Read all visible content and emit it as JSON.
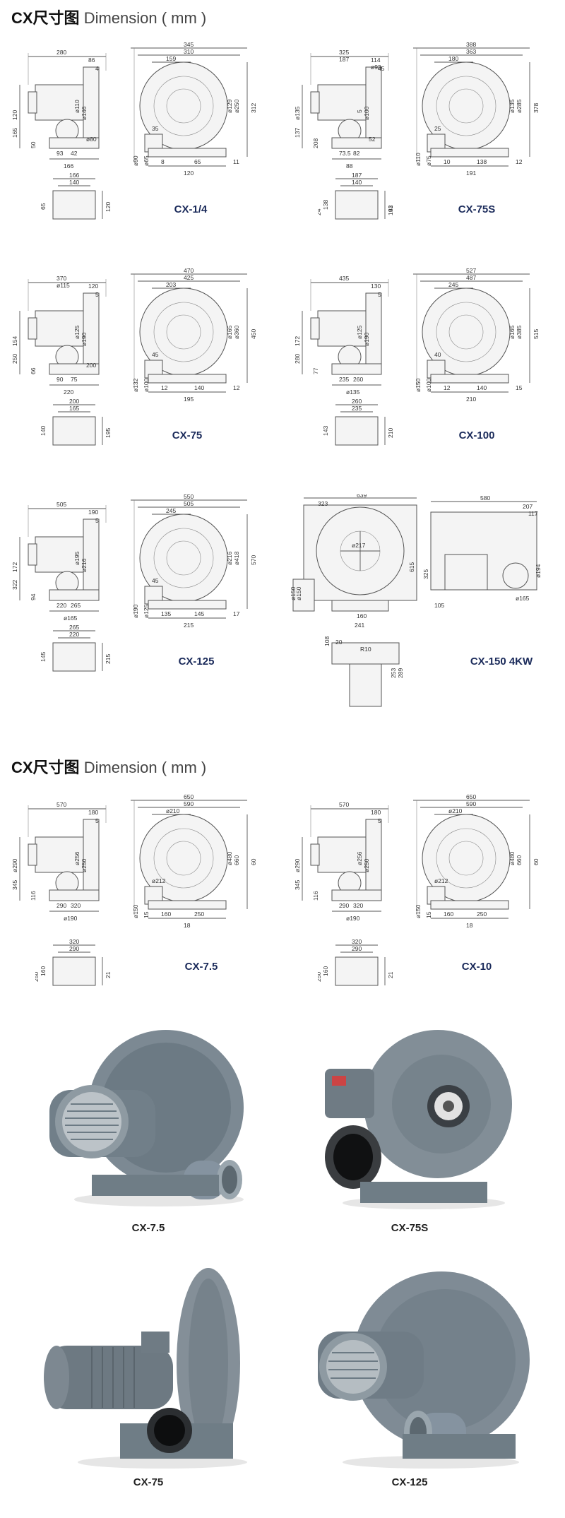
{
  "sections": [
    {
      "title_cn": "CX尺寸图",
      "title_en": "Dimension ( mm )"
    },
    {
      "title_cn": "CX尺寸图",
      "title_en": "Dimension ( mm )"
    }
  ],
  "drawings": [
    {
      "model": "CX-1/4",
      "front_dims": [
        "280",
        "86",
        "4",
        "ø110",
        "ø146",
        "120",
        "165",
        "50",
        "93",
        "42",
        "166",
        "ø80"
      ],
      "side_dims": [
        "345",
        "310",
        "159",
        "ø129",
        "ø250",
        "312",
        "35",
        "ø90",
        "ø65",
        "8",
        "65",
        "120",
        "11"
      ],
      "base_dims": [
        "166",
        "140",
        "65",
        "120"
      ]
    },
    {
      "model": "CX-75S",
      "front_dims": [
        "325",
        "114",
        "45",
        "5",
        "ø100",
        "ø135",
        "137",
        "208",
        "73.5",
        "82",
        "88",
        "52",
        "187",
        "ø93"
      ],
      "side_dims": [
        "388",
        "363",
        "180",
        "ø135",
        "ø285",
        "378",
        "25",
        "ø110",
        "ø75",
        "10",
        "138",
        "191",
        "12"
      ],
      "base_dims": [
        "187",
        "140",
        "138",
        "43",
        "24",
        "191"
      ]
    },
    {
      "model": "CX-75",
      "front_dims": [
        "370",
        "120",
        "5",
        "ø125",
        "ø190",
        "154",
        "250",
        "66",
        "90",
        "75",
        "220",
        "200",
        "ø115"
      ],
      "side_dims": [
        "470",
        "425",
        "203",
        "ø165",
        "ø360",
        "450",
        "45",
        "ø132",
        "ø100",
        "12",
        "140",
        "195",
        "12"
      ],
      "base_dims": [
        "200",
        "165",
        "140",
        "195"
      ]
    },
    {
      "model": "CX-100",
      "front_dims": [
        "435",
        "130",
        "5",
        "ø125",
        "ø190",
        "172",
        "280",
        "77",
        "235",
        "260",
        "ø135"
      ],
      "side_dims": [
        "527",
        "487",
        "245",
        "ø165",
        "ø385",
        "515",
        "40",
        "ø150",
        "ø100",
        "12",
        "140",
        "210",
        "15"
      ],
      "base_dims": [
        "260",
        "235",
        "143",
        "210"
      ]
    },
    {
      "model": "CX-125",
      "front_dims": [
        "505",
        "190",
        "5",
        "ø195",
        "ø216",
        "172",
        "322",
        "94",
        "220",
        "265",
        "ø165"
      ],
      "side_dims": [
        "550",
        "505",
        "245",
        "ø216",
        "ø418",
        "570",
        "45",
        "ø190",
        "ø125",
        "135",
        "145",
        "215",
        "17"
      ],
      "base_dims": [
        "265",
        "220",
        "145",
        "215"
      ]
    },
    {
      "model": "CX-150  4KW",
      "front_dims": [
        "639",
        "323",
        "ø217",
        "615",
        "ø150",
        "ø150",
        "160",
        "241",
        "108",
        "20",
        "R10",
        "253",
        "289"
      ],
      "side_dims": [
        "580",
        "207",
        "117",
        "325",
        "105",
        "ø194",
        "ø165"
      ],
      "base_dims": []
    },
    {
      "model": "CX-7.5",
      "front_dims": [
        "570",
        "180",
        "5",
        "ø256",
        "ø250",
        "ø290",
        "345",
        "116",
        "290",
        "320",
        "ø190"
      ],
      "side_dims": [
        "650",
        "590",
        "ø210",
        "ø480",
        "660",
        "60",
        "ø212",
        "ø150",
        "15",
        "160",
        "250",
        "18"
      ],
      "base_dims": [
        "320",
        "290",
        "160",
        "21",
        "250"
      ]
    },
    {
      "model": "CX-10",
      "front_dims": [
        "570",
        "180",
        "5",
        "ø256",
        "ø250",
        "ø290",
        "345",
        "116",
        "290",
        "320",
        "ø190"
      ],
      "side_dims": [
        "650",
        "590",
        "ø210",
        "ø480",
        "660",
        "60",
        "ø212",
        "ø150",
        "15",
        "160",
        "250",
        "18"
      ],
      "base_dims": [
        "320",
        "290",
        "160",
        "21",
        "250"
      ]
    }
  ],
  "photos": [
    {
      "caption": "CX-7.5"
    },
    {
      "caption": "CX-75S"
    },
    {
      "caption": "CX-75"
    },
    {
      "caption": "CX-125"
    }
  ],
  "colors": {
    "product_gray": "#6f7d86",
    "model_label": "#1a2a5a"
  }
}
